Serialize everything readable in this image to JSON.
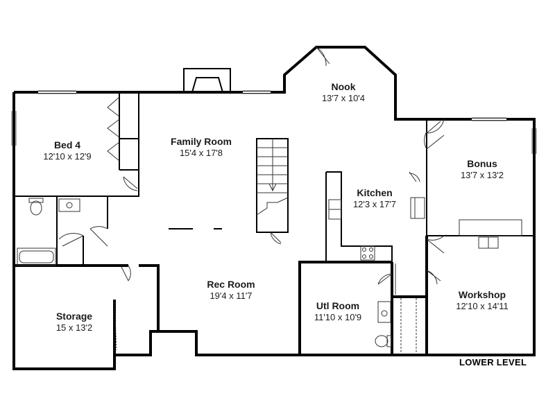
{
  "plan": {
    "level_label": "LOWER LEVEL",
    "rooms": [
      {
        "name": "Nook",
        "dims": "13'7 x 10'4"
      },
      {
        "name": "Family Room",
        "dims": "15'4 x 17'8"
      },
      {
        "name": "Bed 4",
        "dims": "12'10 x 12'9"
      },
      {
        "name": "Bonus",
        "dims": "13'7 x 13'2"
      },
      {
        "name": "Kitchen",
        "dims": "12'3 x 17'7"
      },
      {
        "name": "Rec Room",
        "dims": "19'4 x 11'7"
      },
      {
        "name": "Storage",
        "dims": "15 x 13'2"
      },
      {
        "name": "Utl Room",
        "dims": "11'10 x 10'9"
      },
      {
        "name": "Workshop",
        "dims": "12'10 x 14'11"
      }
    ],
    "colors": {
      "wall": "#000000",
      "line": "#333333",
      "background": "#ffffff"
    }
  }
}
